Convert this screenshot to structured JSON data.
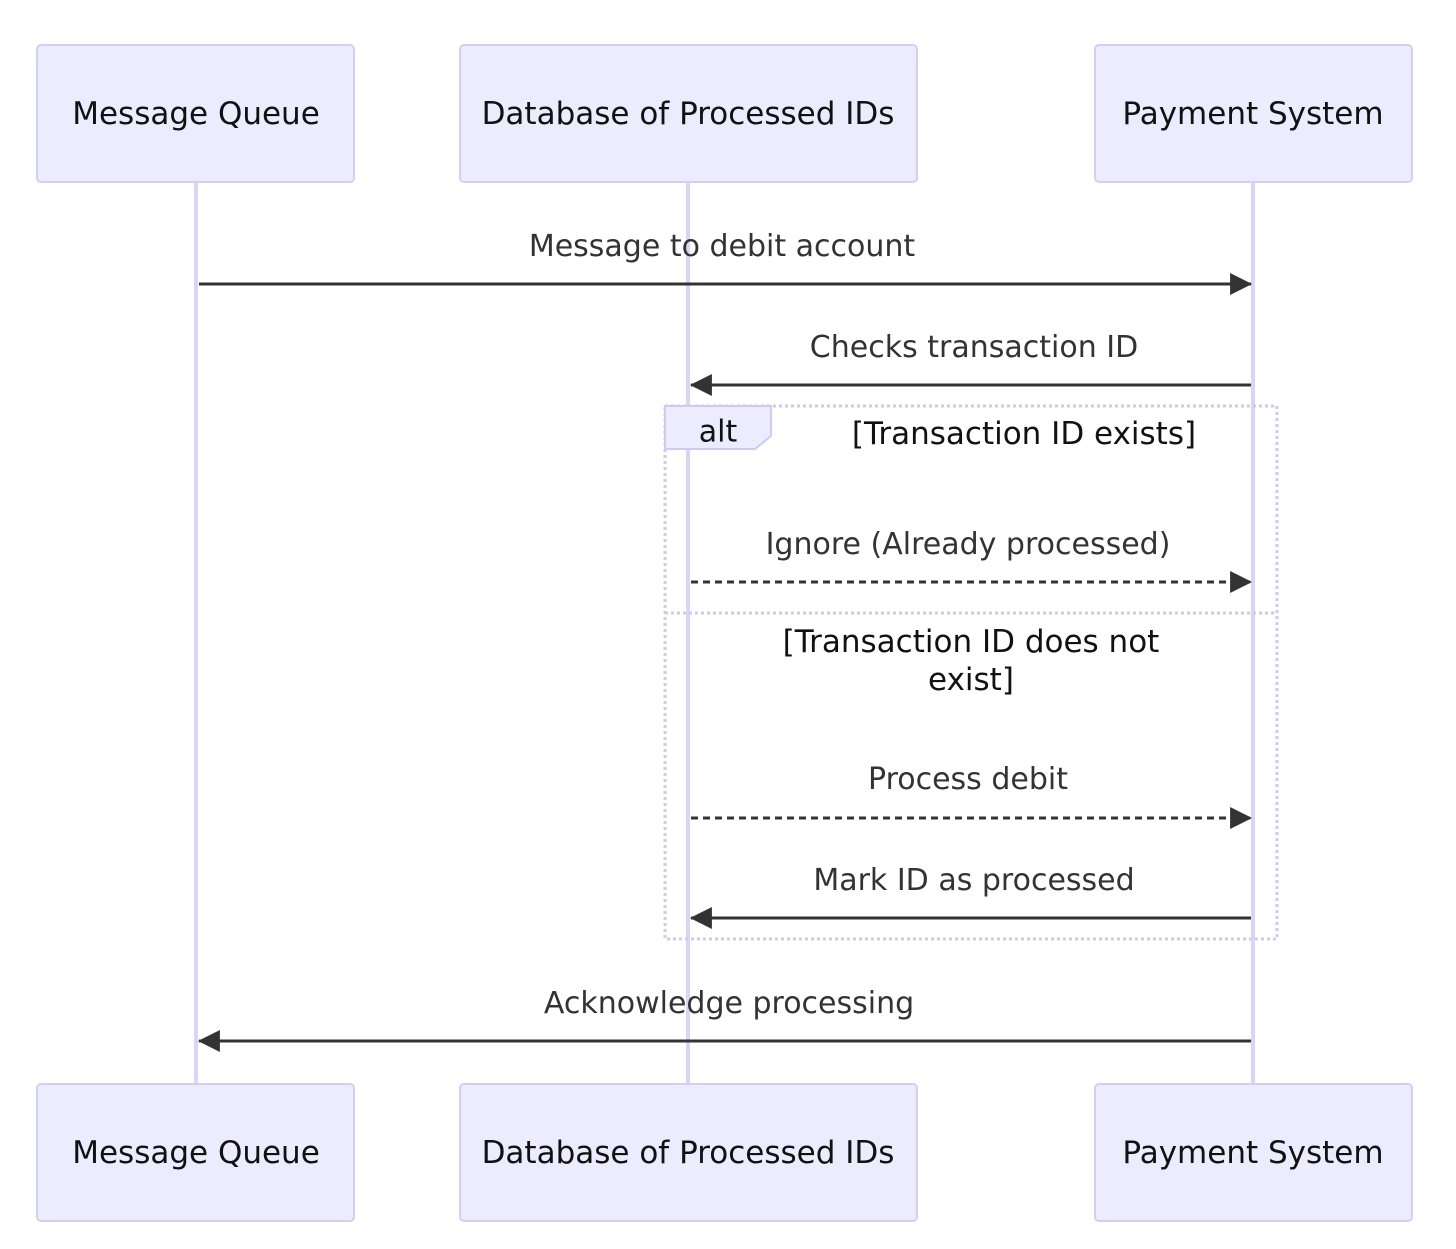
{
  "participants": [
    {
      "id": "mq",
      "label": "Message Queue"
    },
    {
      "id": "db",
      "label": "Database of Processed IDs"
    },
    {
      "id": "ps",
      "label": "Payment System"
    }
  ],
  "messages": [
    {
      "id": "m1",
      "label": "Message to debit account",
      "from": "mq",
      "to": "ps",
      "style": "solid"
    },
    {
      "id": "m2",
      "label": "Checks transaction ID",
      "from": "ps",
      "to": "db",
      "style": "solid"
    },
    {
      "id": "m3",
      "label": "Ignore (Already processed)",
      "from": "db",
      "to": "ps",
      "style": "dashed"
    },
    {
      "id": "m4",
      "label": "Process debit",
      "from": "db",
      "to": "ps",
      "style": "dashed"
    },
    {
      "id": "m5",
      "label": "Mark ID as processed",
      "from": "ps",
      "to": "db",
      "style": "solid"
    },
    {
      "id": "m6",
      "label": "Acknowledge processing",
      "from": "ps",
      "to": "mq",
      "style": "solid"
    }
  ],
  "alt_block": {
    "keyword": "alt",
    "conditions": [
      "[Transaction ID exists]",
      "[Transaction ID does not",
      "exist]"
    ]
  },
  "colors": {
    "actor_fill": "#ECECFF",
    "actor_stroke": "#D5CEF0",
    "lifeline": "#DCD3F5",
    "arrow": "#333333",
    "frame": "#D2C8F2"
  }
}
